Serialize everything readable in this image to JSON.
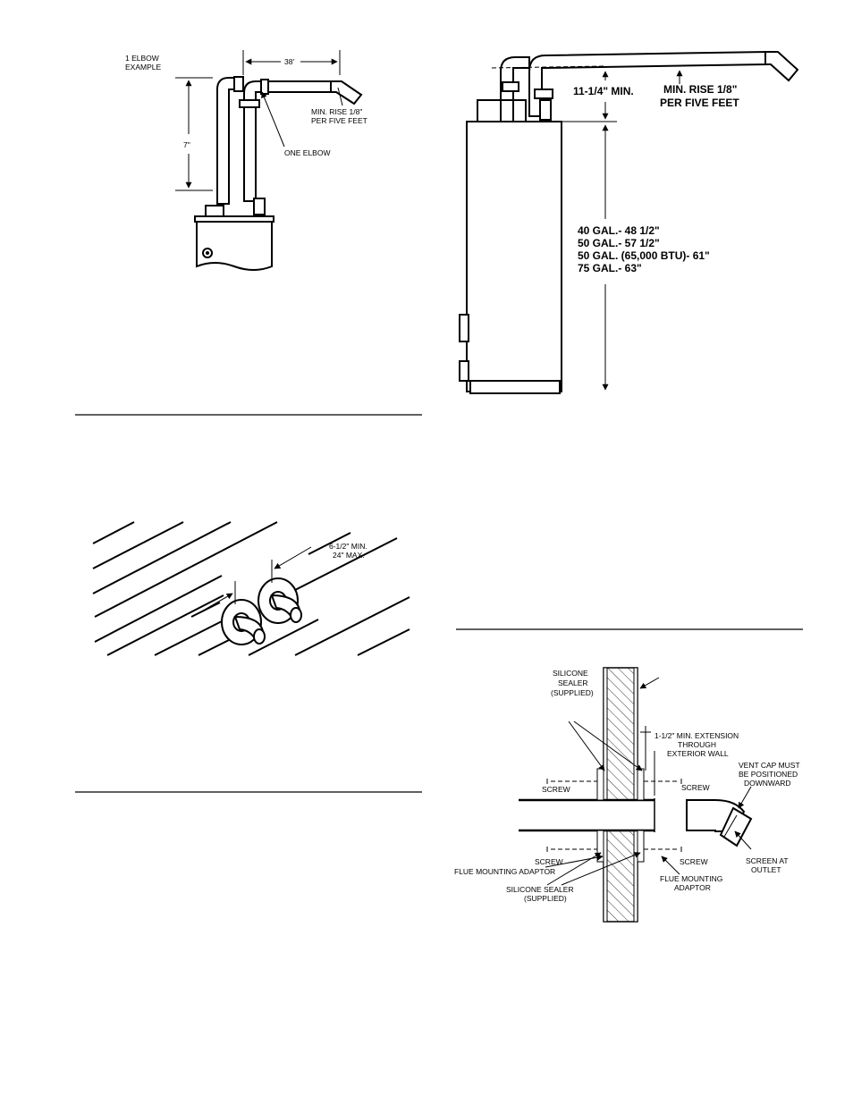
{
  "fig1": {
    "title_line1": "1 ELBOW",
    "title_line2": "EXAMPLE",
    "horizontal_dim": "38'",
    "vertical_dim": "7\"",
    "rise_line1": "MIN. RISE 1/8\"",
    "rise_line2": "PER FIVE FEET",
    "elbow_label": "ONE ELBOW"
  },
  "fig2": {
    "dim_line1": "6-1/2\" MIN.",
    "dim_line2": "24\" MAX."
  },
  "fig3": {
    "min_height": "11-1/4\" MIN.",
    "rise_line1": "MIN. RISE 1/8\"",
    "rise_line2": "PER FIVE FEET",
    "heights": [
      "40 GAL.- 48 1/2\"",
      "50 GAL.- 57 1/2\"",
      "50 GAL. (65,000 BTU)- 61\"",
      "75 GAL.- 63\""
    ]
  },
  "fig4": {
    "sealer_top_line1": "SILICONE",
    "sealer_top_line2": "SEALER",
    "sealer_top_line3": "(SUPPLIED)",
    "extension_line1": "1-1/2\" MIN. EXTENSION",
    "extension_line2": "THROUGH",
    "extension_line3": "EXTERIOR WALL",
    "vent_cap_line1": "VENT CAP MUST",
    "vent_cap_line2": "BE POSITIONED",
    "vent_cap_line3": "DOWNWARD",
    "screw_top_left": "SCREW",
    "screw_top_right": "SCREW",
    "screw_bottom_left": "SCREW",
    "screw_bottom_right": "SCREW",
    "flue_adaptor_left": "FLUE MOUNTING ADAPTOR",
    "flue_adaptor_right_line1": "FLUE MOUNTING",
    "flue_adaptor_right_line2": "ADAPTOR",
    "sealer_bottom_line1": "SILICONE SEALER",
    "sealer_bottom_line2": "(SUPPLIED)",
    "screen_line1": "SCREEN AT",
    "screen_line2": "OUTLET"
  }
}
